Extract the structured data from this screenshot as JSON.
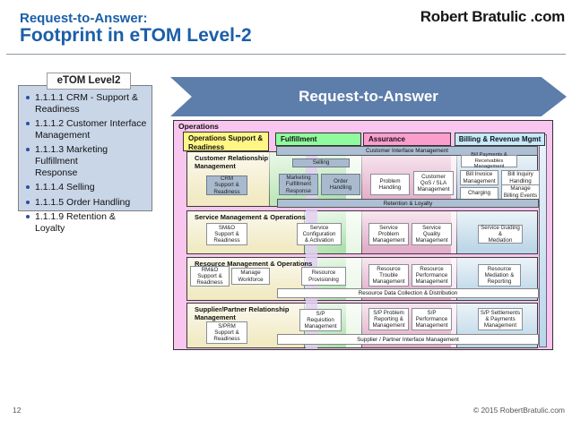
{
  "header": {
    "title_line1": "Request-to-Answer:",
    "title_line2": "Footprint in eTOM Level-2",
    "logo": "Robert Bratulic .com"
  },
  "footer": {
    "page_number": "12",
    "copyright": "© 2015 RobertBratulic.com"
  },
  "sidebar": {
    "label": "eTOM Level2",
    "items": [
      "1.1.1.1 CRM - Support &\nReadiness",
      "1.1.1.2 Customer Interface\nManagement",
      "1.1.1.3 Marketing Fulfillment\nResponse",
      "1.1.1.4 Selling",
      "1.1.1.5 Order Handling",
      "1.1.1.9 Retention & Loyalty"
    ]
  },
  "arrow": {
    "label": "Request-to-Answer"
  },
  "diagram": {
    "container_label": "Operations",
    "column_headers": [
      "Operations Support &\nReadiness",
      "Fulfillment",
      "Assurance",
      "Billing & Revenue Mgmt"
    ],
    "bars": {
      "customer_interface": "Customer Interface Management",
      "retention_loyalty": "Retention & Loyalty",
      "resource_data": "Resource Data Collection & Distribution",
      "supplier_interface": "Supplier / Partner Interface Management"
    },
    "rows": [
      {
        "title": "Customer Relationship\nManagement",
        "boxes": {
          "crm_sr": "CRM\nSupport &\nReadiness",
          "selling": "Selling",
          "marketing_fulfillment": "Marketing\nFulfillment\nResponse",
          "order_handling": "Order\nHandling",
          "problem_handling": "Problem\nHandling",
          "customer_qos": "Customer\nQoS / SLA\nManagement",
          "bill_payments": "Bill Payments &\nReceivables Management",
          "bill_invoice": "Bill Invoice\nManagement",
          "bill_inquiry": "Bill Inquiry\nHandling",
          "charging": "Charging",
          "manage_billing": "Manage\nBilling Events"
        }
      },
      {
        "title": "Service Management & Operations",
        "boxes": {
          "smo_sr": "SM&O\nSupport &\nReadiness",
          "service_config": "Service\nConfiguration\n& Activation",
          "service_problem": "Service\nProblem\nManagement",
          "service_quality": "Service\nQuality\nManagement",
          "service_guiding": "Service Guiding &\nMediation"
        }
      },
      {
        "title": "Resource Management & Operations",
        "boxes": {
          "rmo_sr": "RM&O\nSupport &\nReadiness",
          "manage_workforce": "Manage\nWorkforce",
          "resource_provisioning": "Resource\nProvisioning",
          "resource_trouble": "Resource\nTrouble\nManagement",
          "resource_performance": "Resource\nPerformance\nManagement",
          "resource_mediation": "Resource\nMediation &\nReporting"
        }
      },
      {
        "title": "Supplier/Partner Relationship\nManagement",
        "boxes": {
          "sprm_sr": "S/PRM\nSupport &\nReadiness",
          "sp_requisition": "S/P\nRequisition\nManagement",
          "sp_problem": "S/P Problem\nReporting &\nManagement",
          "sp_performance": "S/P\nPerformance\nManagement",
          "sp_settlements": "S/P Settlements\n& Payments\nManagement"
        }
      }
    ]
  },
  "colors": {
    "accent_blue": "#1b5fa8",
    "arrow_blue": "#5d7dab",
    "highlight_box": "#a9bace",
    "operations_pink": "#f8c6ee",
    "header_yellow": "#fff685",
    "header_green": "#90fb9e",
    "header_pink": "#fa9ecd",
    "header_blue": "#c7e9fb"
  }
}
